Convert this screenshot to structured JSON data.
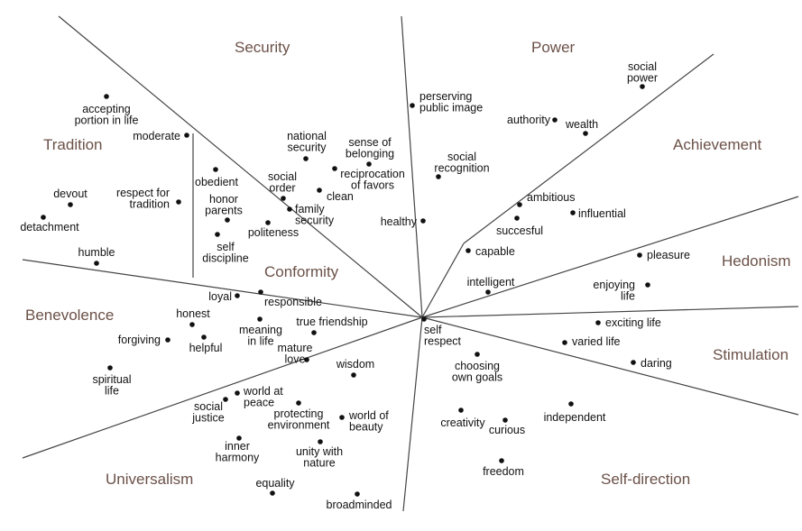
{
  "regions": {
    "security": "Security",
    "power": "Power",
    "tradition": "Tradition",
    "achievement": "Achievement",
    "hedonism": "Hedonism",
    "conformity": "Conformity",
    "benevolence": "Benevolence",
    "stimulation": "Stimulation",
    "universalism": "Universalism",
    "self_direction": "Self-direction"
  },
  "items": {
    "accepting_portion": [
      "accepting",
      "portion in life"
    ],
    "moderate": [
      "moderate"
    ],
    "devout": [
      "devout"
    ],
    "detachment": [
      "detachment"
    ],
    "respect_tradition": [
      "respect for",
      "tradition"
    ],
    "humble": [
      "humble"
    ],
    "obedient": [
      "obedient"
    ],
    "honor_parents": [
      "honor",
      "parents"
    ],
    "self_discipline": [
      "self",
      "discipline"
    ],
    "politeness": [
      "politeness"
    ],
    "national_security": [
      "national",
      "security"
    ],
    "sense_belonging": [
      "sense of",
      "belonging"
    ],
    "reciprocation": [
      "reciprocation",
      "of favors"
    ],
    "social_order": [
      "social",
      "order"
    ],
    "clean": [
      "clean"
    ],
    "family_security": [
      "family",
      "security"
    ],
    "perserving_image": [
      "perserving",
      "public image"
    ],
    "social_recognition": [
      "social",
      "recognition"
    ],
    "healthy": [
      "healthy"
    ],
    "authority": [
      "authority"
    ],
    "wealth": [
      "wealth"
    ],
    "social_power": [
      "social",
      "power"
    ],
    "ambitious": [
      "ambitious"
    ],
    "influential": [
      "influential"
    ],
    "succesful": [
      "succesful"
    ],
    "capable": [
      "capable"
    ],
    "intelligent": [
      "intelligent"
    ],
    "pleasure": [
      "pleasure"
    ],
    "enjoying_life": [
      "enjoying",
      "life"
    ],
    "exciting_life": [
      "exciting life"
    ],
    "varied_life": [
      "varied life"
    ],
    "daring": [
      "daring"
    ],
    "self_respect": [
      "self",
      "respect"
    ],
    "choosing_goals": [
      "choosing",
      "own goals"
    ],
    "independent": [
      "independent"
    ],
    "creativity": [
      "creativity"
    ],
    "curious": [
      "curious"
    ],
    "freedom": [
      "freedom"
    ],
    "loyal": [
      "loyal"
    ],
    "responsible": [
      "responsible"
    ],
    "honest": [
      "honest"
    ],
    "meaning_life": [
      "meaning",
      "in life"
    ],
    "true_friendship": [
      "true friendship"
    ],
    "forgiving": [
      "forgiving"
    ],
    "helpful": [
      "helpful"
    ],
    "mature_love": [
      "mature",
      "love"
    ],
    "spiritual_life": [
      "spiritual",
      "life"
    ],
    "wisdom": [
      "wisdom"
    ],
    "social_justice": [
      "social",
      "justice"
    ],
    "world_peace": [
      "world at",
      "peace"
    ],
    "protecting_env": [
      "protecting",
      "environment"
    ],
    "world_beauty": [
      "world of",
      "beauty"
    ],
    "inner_harmony": [
      "inner",
      "harmony"
    ],
    "unity_nature": [
      "unity with",
      "nature"
    ],
    "equality": [
      "equality"
    ],
    "broadminded": [
      "broadminded"
    ]
  }
}
